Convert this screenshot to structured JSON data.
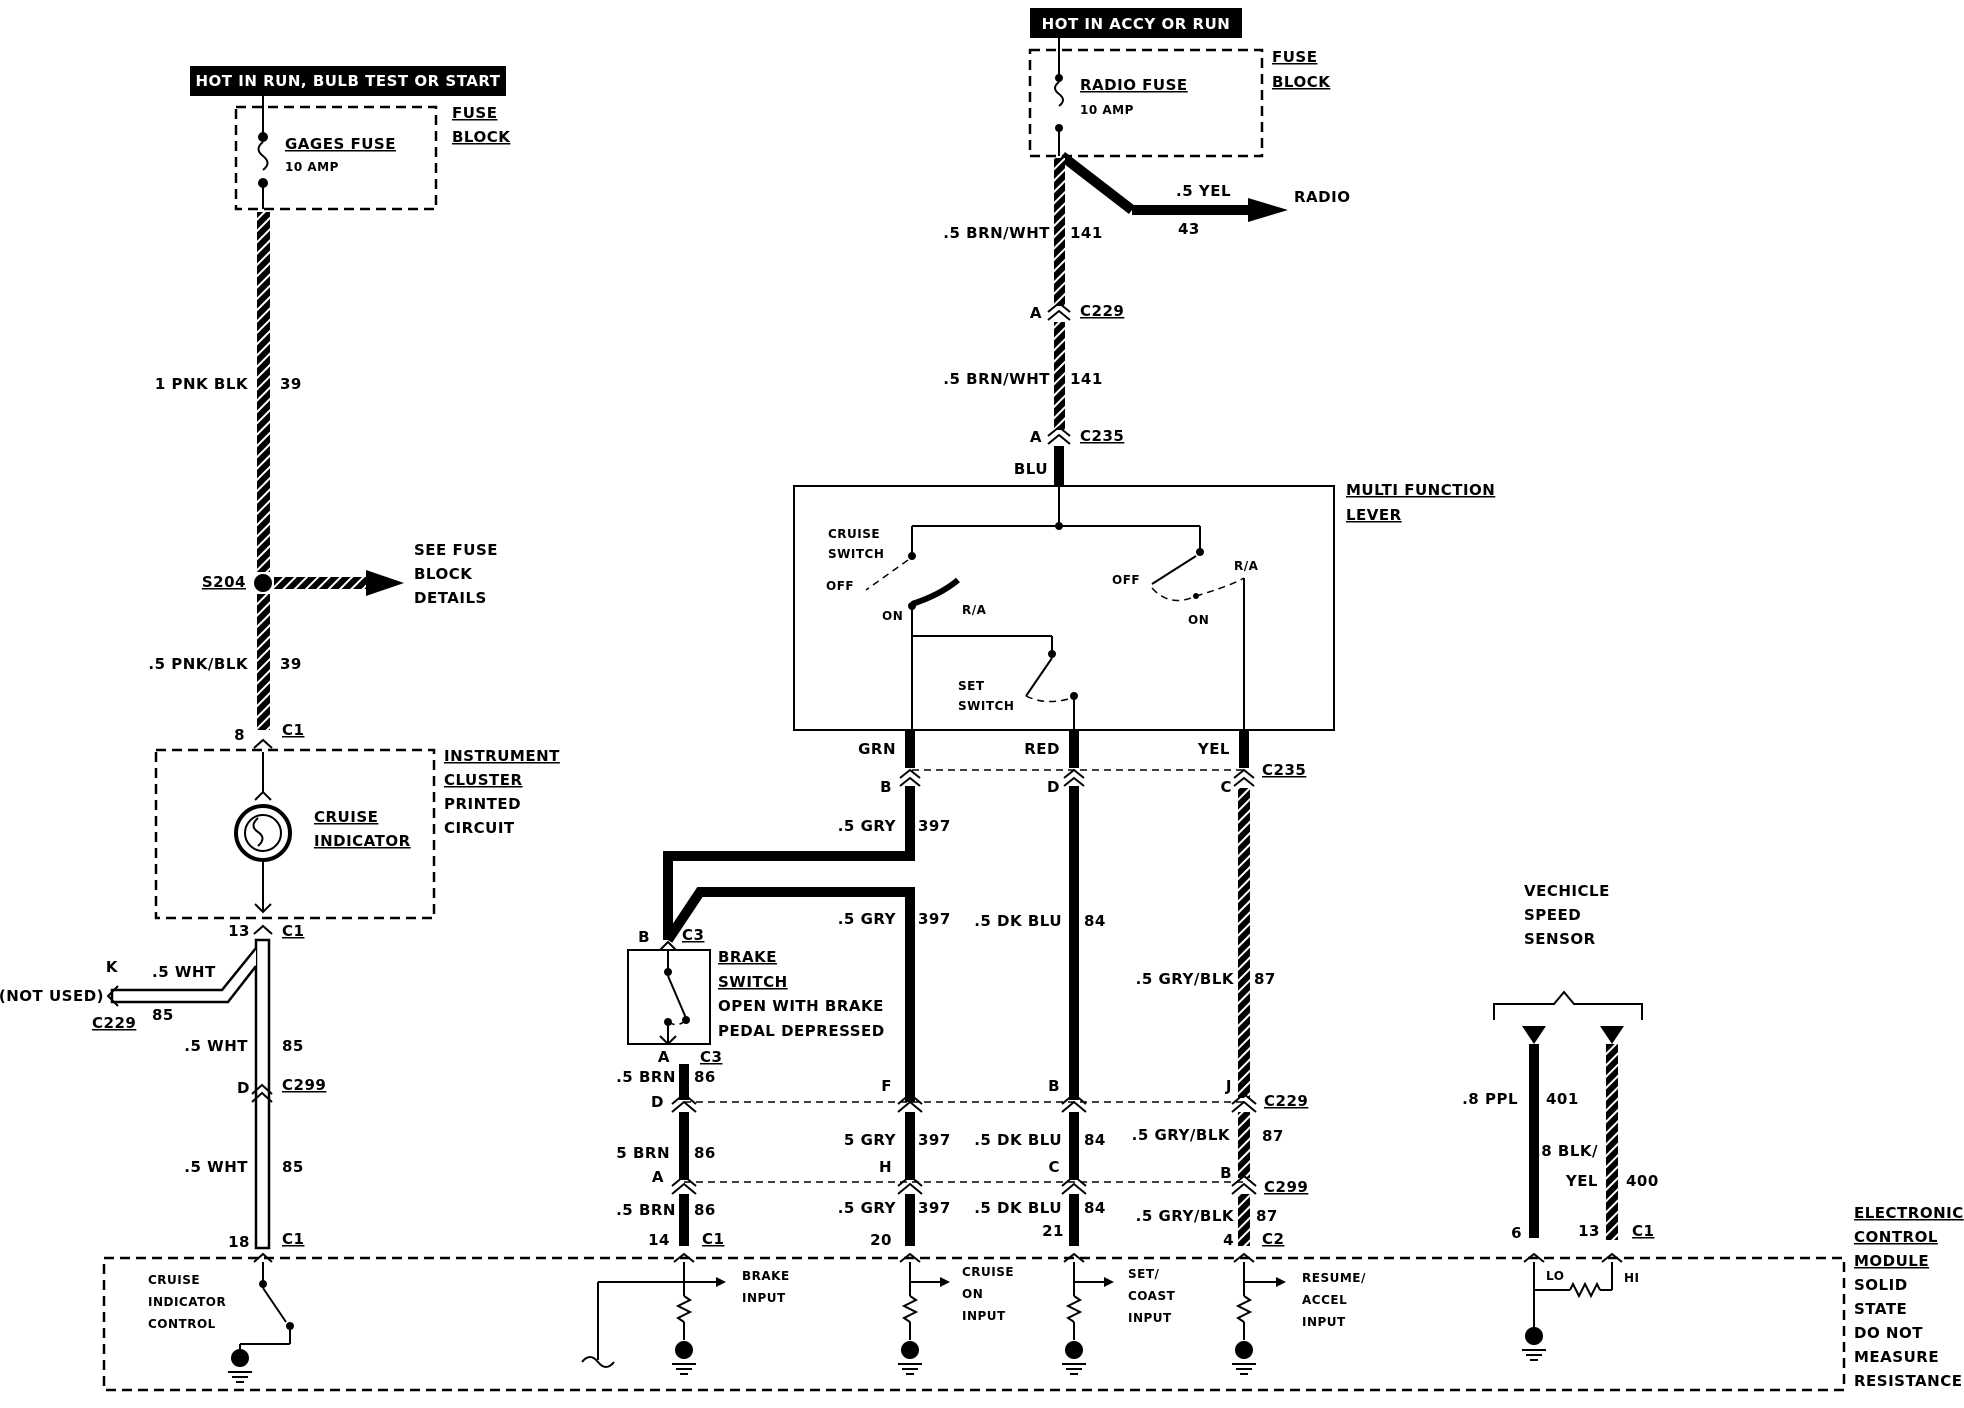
{
  "power": {
    "gages_banner": "HOT IN RUN, BULB TEST OR START",
    "radio_banner": "HOT IN ACCY OR RUN",
    "gages_fuse": {
      "name": "GAGES FUSE",
      "rating": "10 AMP"
    },
    "radio_fuse": {
      "name": "RADIO FUSE",
      "rating": "10 AMP"
    },
    "fuse_block_1": "FUSE",
    "fuse_block_2": "BLOCK"
  },
  "left_circuit": {
    "wire_39_top": "1 PNK BLK",
    "circuit_39": "39",
    "splice": "S204",
    "see_fuse_1": "SEE FUSE",
    "see_fuse_2": "BLOCK",
    "see_fuse_3": "DETAILS",
    "wire_39_bottom": ".5 PNK/BLK",
    "pin_8": "8",
    "conn_c1": "C1",
    "cluster_1": "INSTRUMENT",
    "cluster_2": "CLUSTER",
    "cluster_3": "PRINTED",
    "cluster_4": "CIRCUIT",
    "cruise_ind_1": "CRUISE",
    "cruise_ind_2": "INDICATOR",
    "pin_13": "13",
    "pin_k": "K",
    "wire_wht": ".5 WHT",
    "not_used": "(NOT USED)",
    "conn_c229": "C229",
    "circuit_85": "85",
    "pin_d": "D",
    "conn_c299": "C299",
    "pin_18": "18"
  },
  "radio_circuit": {
    "wire_yel": ".5 YEL",
    "circuit_43": "43",
    "radio": "RADIO",
    "wire_brn_wht": ".5 BRN/WHT",
    "circuit_141": "141",
    "pin_a": "A",
    "conn_c229": "C229",
    "conn_c235": "C235",
    "blu": "BLU"
  },
  "multifunction": {
    "title_1": "MULTI FUNCTION",
    "title_2": "LEVER",
    "cruise_switch_1": "CRUISE",
    "cruise_switch_2": "SWITCH",
    "off": "OFF",
    "on": "ON",
    "ra": "R/A",
    "set_switch_1": "SET",
    "set_switch_2": "SWITCH",
    "grn": "GRN",
    "red": "RED",
    "yel": "YEL",
    "conn_c235": "C235"
  },
  "middle_circuit": {
    "pin_b": "B",
    "pin_d": "D",
    "pin_c": "C",
    "pin_a": "A",
    "pin_f": "F",
    "pin_j": "J",
    "pin_h": "H",
    "wire_gry": ".5 GRY",
    "wire_gry_short": "5 GRY",
    "circuit_397": "397",
    "wire_dk_blu": ".5 DK BLU",
    "circuit_84": "84",
    "wire_gry_blk": ".5 GRY/BLK",
    "wire_gry_blk_alt": ".5 GRY/BLK",
    "circuit_87": "87",
    "conn_c3": "C3",
    "brake_1": "BRAKE",
    "brake_2": "SWITCH",
    "brake_3": "OPEN WITH BRAKE",
    "brake_4": "PEDAL DEPRESSED",
    "wire_brn": ".5 BRN",
    "wire_brn_short": "5 BRN",
    "circuit_86": "86",
    "conn_c229": "C229",
    "conn_c299": "C299",
    "conn_c1": "C1",
    "conn_c2": "C2",
    "pin_14": "14",
    "pin_20": "20",
    "pin_21": "21",
    "pin_4": "4"
  },
  "speed_sensor": {
    "title_1": "VECHICLE",
    "title_2": "SPEED",
    "title_3": "SENSOR",
    "wire_ppl": ".8 PPL",
    "circuit_401": "401",
    "wire_blk_1": ".8 BLK/",
    "wire_blk_2": "YEL",
    "circuit_400": "400",
    "pin_6": "6",
    "pin_13": "13",
    "conn_c1": "C1",
    "lo": "LO",
    "hi": "HI"
  },
  "ecm": {
    "title_1": "ELECTRONIC",
    "title_2": "CONTROL",
    "title_3": "MODULE",
    "note_1": "SOLID",
    "note_2": "STATE",
    "note_3": "DO NOT",
    "note_4": "MEASURE",
    "note_5": "RESISTANCE",
    "cic_1": "CRUISE",
    "cic_2": "INDICATOR",
    "cic_3": "CONTROL",
    "brake_in_1": "BRAKE",
    "brake_in_2": "INPUT",
    "cruise_on_1": "CRUISE",
    "cruise_on_2": "ON",
    "cruise_on_3": "INPUT",
    "set_1": "SET/",
    "set_2": "COAST",
    "set_3": "INPUT",
    "res_1": "RESUME/",
    "res_2": "ACCEL",
    "res_3": "INPUT"
  }
}
